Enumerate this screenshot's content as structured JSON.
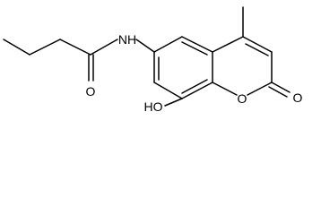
{
  "molecule": {
    "atoms": {
      "nh": "NH",
      "amide_o": "O",
      "ho": "HO",
      "ring_o": "O",
      "carbonyl_o": "O"
    },
    "colors": {
      "bond": "#000000",
      "background": "#ffffff"
    }
  }
}
